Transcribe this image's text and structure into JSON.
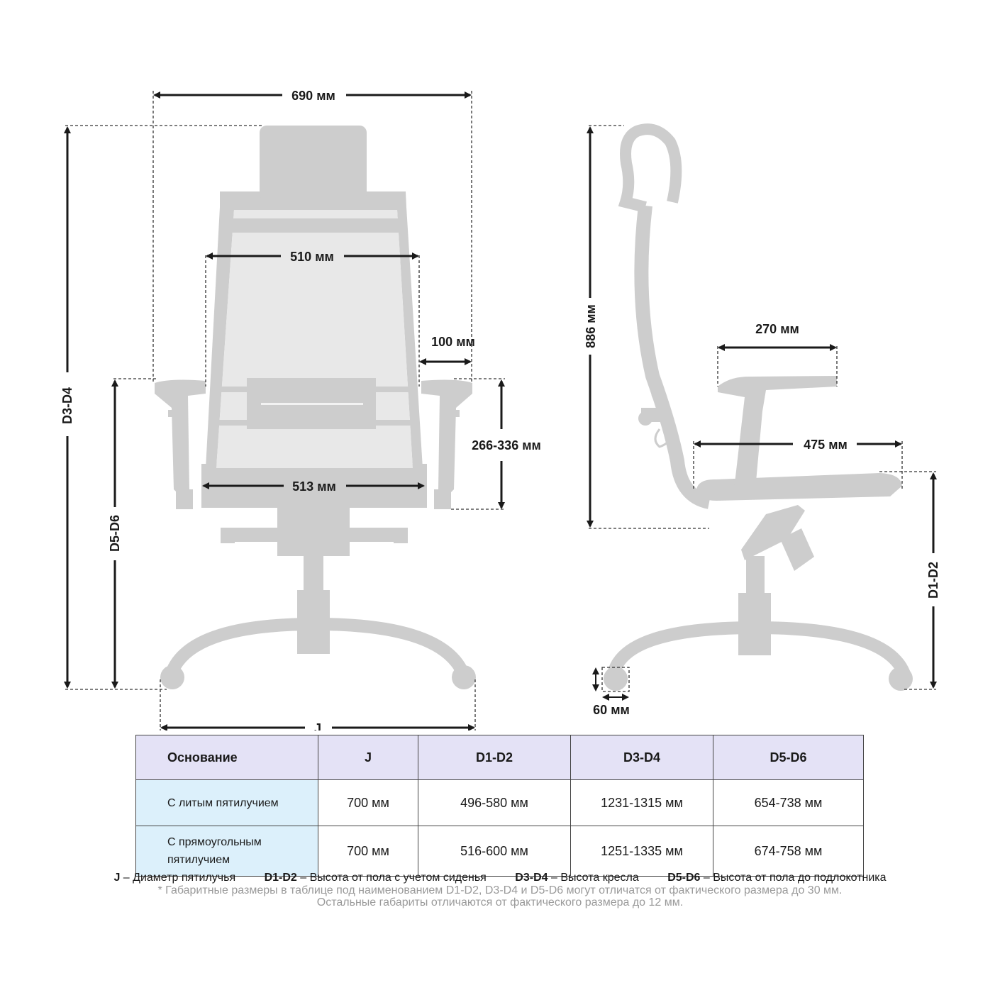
{
  "dimensions": {
    "total_width": "690 мм",
    "back_width": "510 мм",
    "armrest_offset": "100 мм",
    "armrest_height": "266-336 мм",
    "seat_width": "513 мм",
    "base_diameter": "J",
    "total_height": "D3-D4",
    "armrest_floor_height": "D5-D6",
    "back_height": "886 мм",
    "armrest_length": "270 мм",
    "seat_depth": "475 мм",
    "seat_floor_height": "D1-D2",
    "caster_size": "60 мм"
  },
  "table": {
    "headers": [
      "Основание",
      "J",
      "D1-D2",
      "D3-D4",
      "D5-D6"
    ],
    "rows": [
      [
        "С литым пятилучием",
        "700 мм",
        "496-580 мм",
        "1231-1315 мм",
        "654-738 мм"
      ],
      [
        "С прямоугольным\nпятилучием",
        "700 мм",
        "516-600 мм",
        "1251-1335 мм",
        "674-758 мм"
      ]
    ]
  },
  "legend": [
    {
      "key": "J",
      "text": " – Диаметр пятилучья"
    },
    {
      "key": "D1-D2",
      "text": " – Высота от пола с учетом сиденья"
    },
    {
      "key": "D3-D4",
      "text": " – Высота кресла"
    },
    {
      "key": "D5-D6",
      "text": " – Высота от пола до подлокотника"
    }
  ],
  "notes": [
    "* Габаритные размеры в таблице под наименованием D1-D2, D3-D4 и D5-D6 могут отличатся от фактического размера до 30 мм.",
    "Остальные габариты отличаются от фактического размера до 12 мм."
  ],
  "colors": {
    "chair": "#cdcdcd",
    "header_bg": "#e4e2f6",
    "first_col_bg": "#dcf0fb"
  }
}
